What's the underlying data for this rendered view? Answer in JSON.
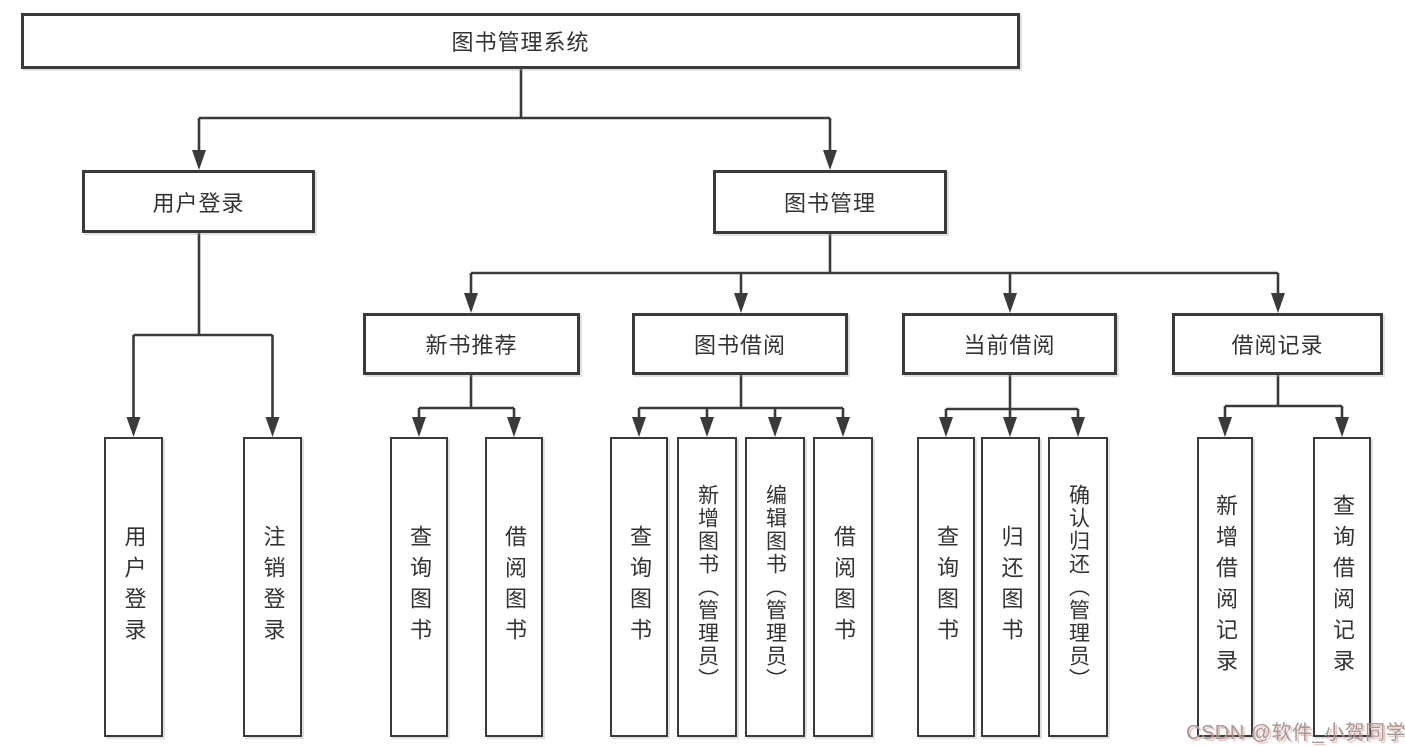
{
  "diagram": {
    "type": "hierarchy-diagram",
    "root": {
      "label": "图书管理系统"
    },
    "level2": [
      {
        "label": "用户登录",
        "parent": "图书管理系统"
      },
      {
        "label": "图书管理",
        "parent": "图书管理系统"
      }
    ],
    "level3": [
      {
        "label": "新书推荐",
        "parent": "图书管理"
      },
      {
        "label": "图书借阅",
        "parent": "图书管理"
      },
      {
        "label": "当前借阅",
        "parent": "图书管理"
      },
      {
        "label": "借阅记录",
        "parent": "图书管理"
      }
    ],
    "level4": [
      {
        "label": "用户登录",
        "parent": "用户登录"
      },
      {
        "label": "注销登录",
        "parent": "用户登录"
      },
      {
        "label": "查询图书",
        "parent": "新书推荐"
      },
      {
        "label": "借阅图书",
        "parent": "新书推荐"
      },
      {
        "label": "查询图书",
        "parent": "图书借阅"
      },
      {
        "label": "新增图书（管理员）",
        "parent": "图书借阅"
      },
      {
        "label": "编辑图书（管理员）",
        "parent": "图书借阅"
      },
      {
        "label": "借阅图书",
        "parent": "图书借阅"
      },
      {
        "label": "查询图书",
        "parent": "当前借阅"
      },
      {
        "label": "归还图书",
        "parent": "当前借阅"
      },
      {
        "label": "确认归还（管理员）",
        "parent": "当前借阅"
      },
      {
        "label": "新增借阅记录",
        "parent": "借阅记录"
      },
      {
        "label": "查询借阅记录",
        "parent": "借阅记录"
      }
    ],
    "watermark": {
      "text": "CSDN @软件_小贺同学"
    },
    "colors": {
      "line": "#3a3a3a",
      "text": "#333333",
      "background": "#ffffff",
      "watermark_text": "#9c9c9c",
      "watermark_shadow": "#f48c82"
    }
  }
}
